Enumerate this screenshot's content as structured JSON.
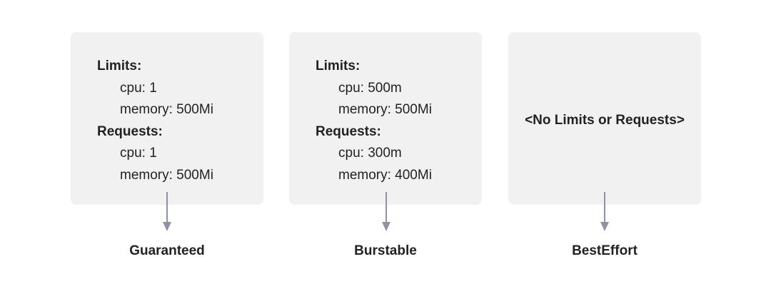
{
  "guaranteed": {
    "limits_title": "Limits:",
    "limits_cpu": "cpu: 1",
    "limits_memory": "memory: 500Mi",
    "requests_title": "Requests:",
    "requests_cpu": "cpu: 1",
    "requests_memory": "memory: 500Mi",
    "qos_class": "Guaranteed"
  },
  "burstable": {
    "limits_title": "Limits:",
    "limits_cpu": "cpu: 500m",
    "limits_memory": "memory: 500Mi",
    "requests_title": "Requests:",
    "requests_cpu": "cpu: 300m",
    "requests_memory": "memory: 400Mi",
    "qos_class": "Burstable"
  },
  "besteffort": {
    "note": "<No Limits or Requests>",
    "qos_class": "BestEffort"
  },
  "colors": {
    "card_background": "#f1f1f1",
    "arrow": "#8a93a8",
    "text": "#222222"
  }
}
